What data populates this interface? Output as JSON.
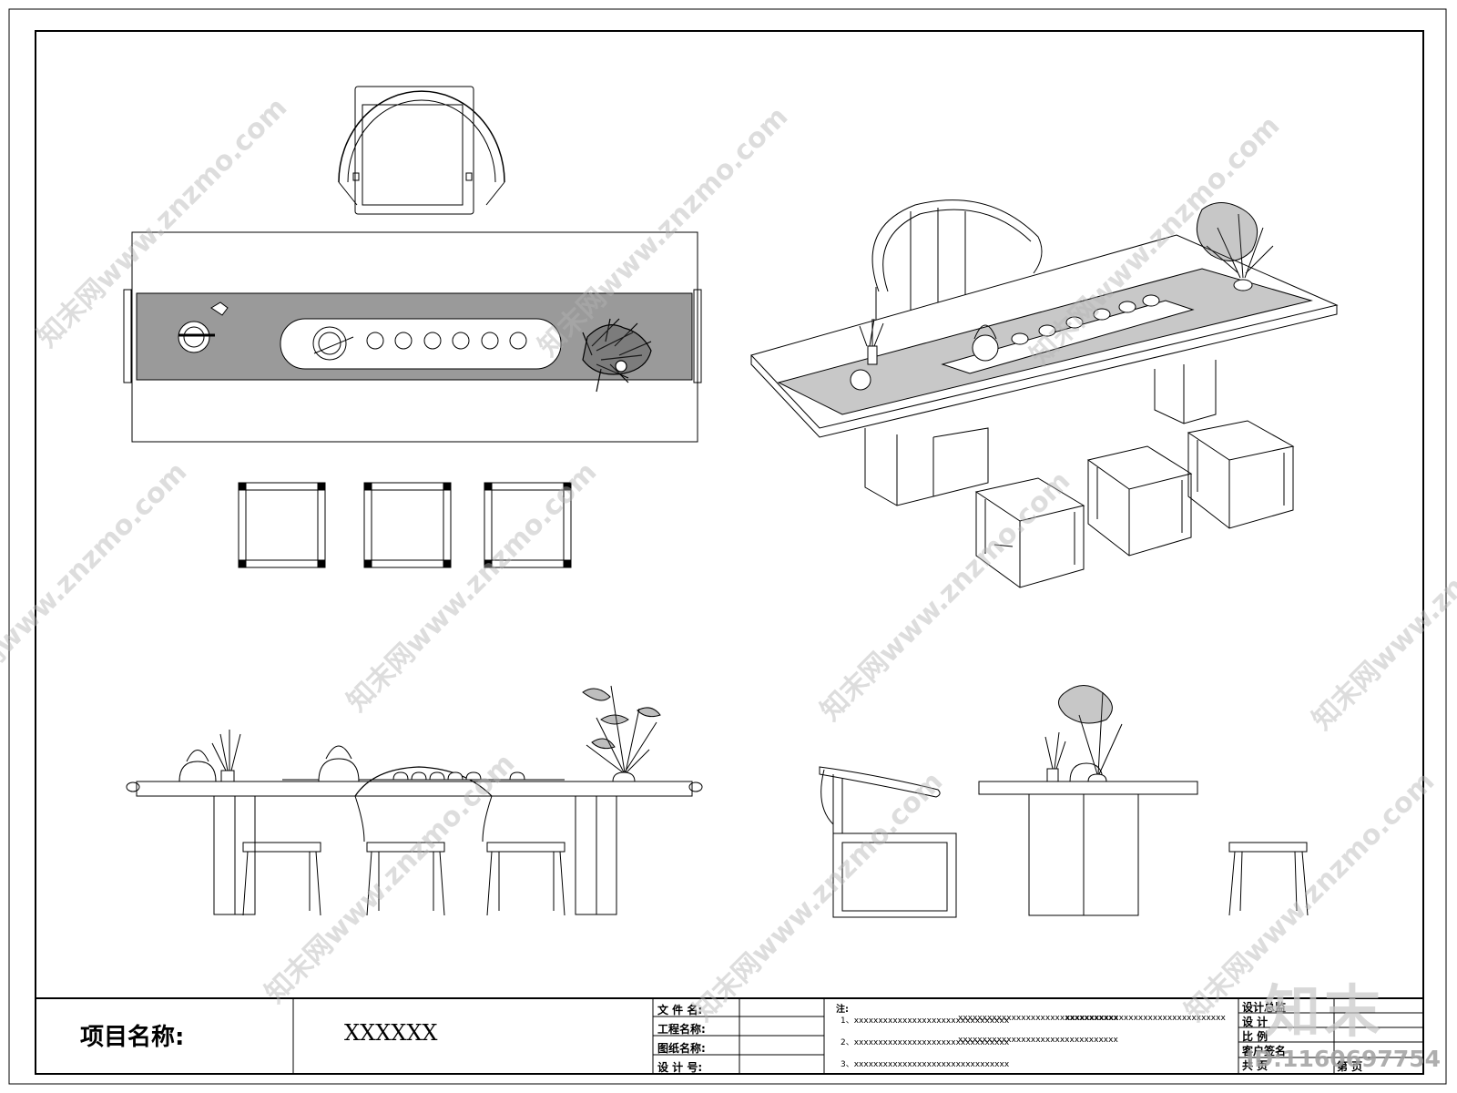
{
  "title_block": {
    "project_label": "项目名称:",
    "project_value": "XXXXXX",
    "fields": [
      "文 件 名:",
      "工程名称:",
      "图纸名称:",
      "设 计 号:"
    ],
    "notes_title": "注:",
    "notes": [
      "1、xxxxxxxxxxxxxxxxxxxxxxxxxxxxxxxx",
      "xxxxxxxxxxxxxxxxxxxxxxxxxxxxxxxxx",
      "xxxxxxxxxxxxxxxxxxxxxxxxxxxxxxxxx",
      "2、xxxxxxxxxxxxxxxxxxxxxxxxxxxxxxxx",
      "xxxxxxxxxxxxxxxxxxxxxxxxxxxxxxxxx",
      "3、xxxxxxxxxxxxxxxxxxxxxxxxxxxxxxxx"
    ],
    "right_fields": [
      "设计总监",
      "设   计",
      "比   例",
      "客户签名",
      "共     页",
      "第     页"
    ]
  },
  "watermark": {
    "text": "知末网www.znzmo.com",
    "logo_text": "知末",
    "id_text": "ID:1160697754"
  }
}
